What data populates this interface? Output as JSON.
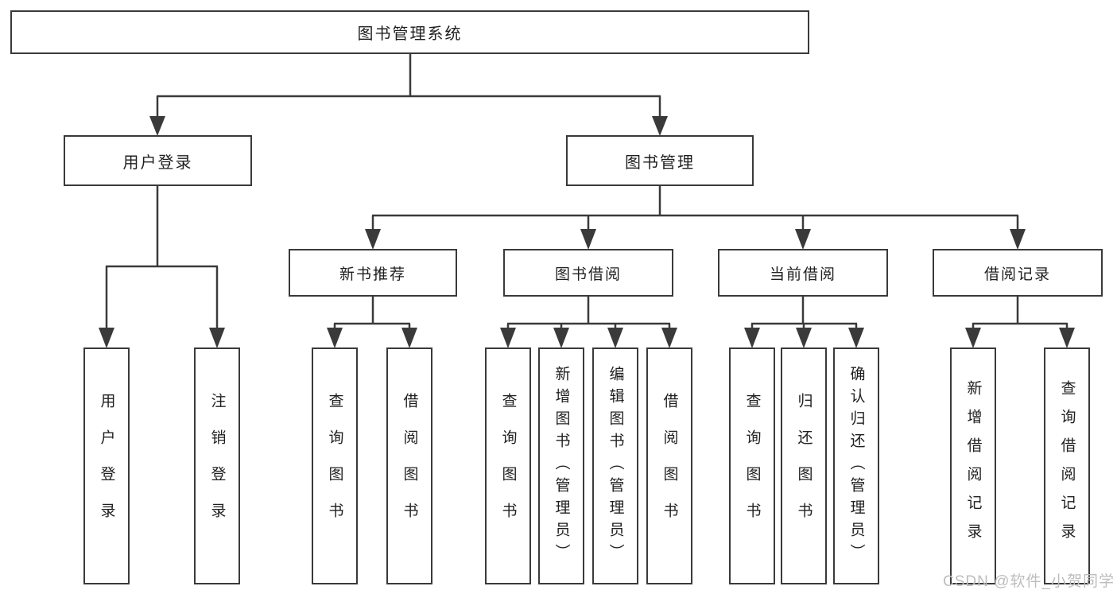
{
  "tree": {
    "root": "图书管理系统",
    "branches": [
      {
        "label": "用户登录",
        "children": [
          "用户登录",
          "注销登录"
        ]
      },
      {
        "label": "图书管理",
        "sections": [
          {
            "label": "新书推荐",
            "children": [
              "查询图书",
              "借阅图书"
            ]
          },
          {
            "label": "图书借阅",
            "children": [
              "查询图书",
              "新增图书（管理员）",
              "编辑图书（管理员）",
              "借阅图书"
            ]
          },
          {
            "label": "当前借阅",
            "children": [
              "查询图书",
              "归还图书",
              "确认归还（管理员）"
            ]
          },
          {
            "label": "借阅记录",
            "children": [
              "新增借阅记录",
              "查询借阅记录"
            ]
          }
        ]
      }
    ]
  },
  "watermark": "CSDN @软件_小贺同学",
  "colors": {
    "line": "#3a3a3a",
    "border": "#3a3a3a",
    "text": "#1f1f1f",
    "background": "#ffffff",
    "watermark": "#bdbdbd"
  }
}
